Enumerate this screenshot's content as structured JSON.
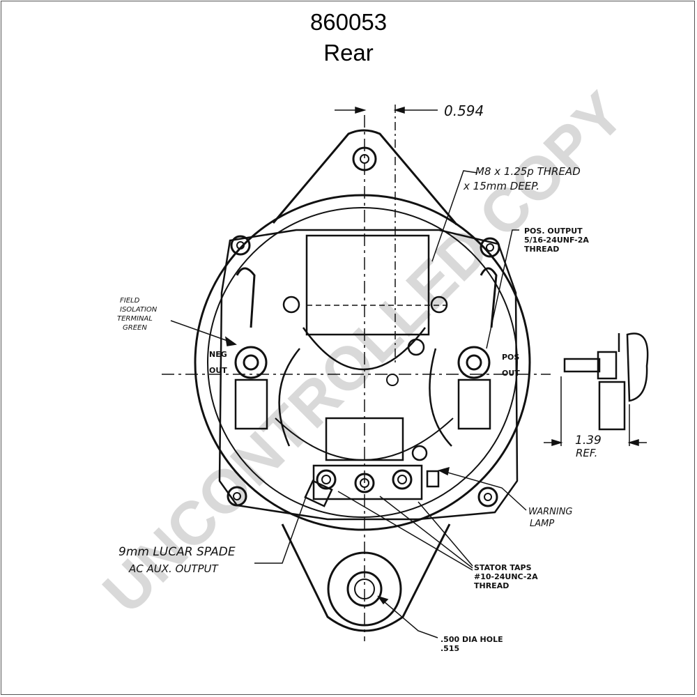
{
  "title": "860053",
  "view_label": "Rear",
  "watermark": "UNCONTROLLED COPY",
  "dimensions": {
    "top_offset": "0.594",
    "side_offset": "1.39",
    "side_offset_ref": "REF."
  },
  "callouts": {
    "mount_thread_line1": "M8 x 1.25p THREAD",
    "mount_thread_line2": "x 15mm DEEP.",
    "pos_output_line1": "POS. OUTPUT",
    "pos_output_line2": "5/16-24UNF-2A",
    "pos_output_line3": "THREAD",
    "field_line1": "FIELD",
    "field_line2": "ISOLATION",
    "field_line3": "TERMINAL",
    "field_line4": "GREEN",
    "neg_line1": "NEG",
    "neg_line2": "OUT",
    "pos_line1": "POS",
    "pos_line2": "OUT",
    "warning_line1": "WARNING",
    "warning_line2": "LAMP",
    "spade_line1": "9mm LUCAR SPADE",
    "spade_line2": "AC AUX. OUTPUT",
    "stator_line1": "STATOR TAPS",
    "stator_line2": "#10-24UNC-2A",
    "stator_line3": "THREAD",
    "hole_line1": ".500 DIA HOLE",
    "hole_line2": ".515"
  }
}
